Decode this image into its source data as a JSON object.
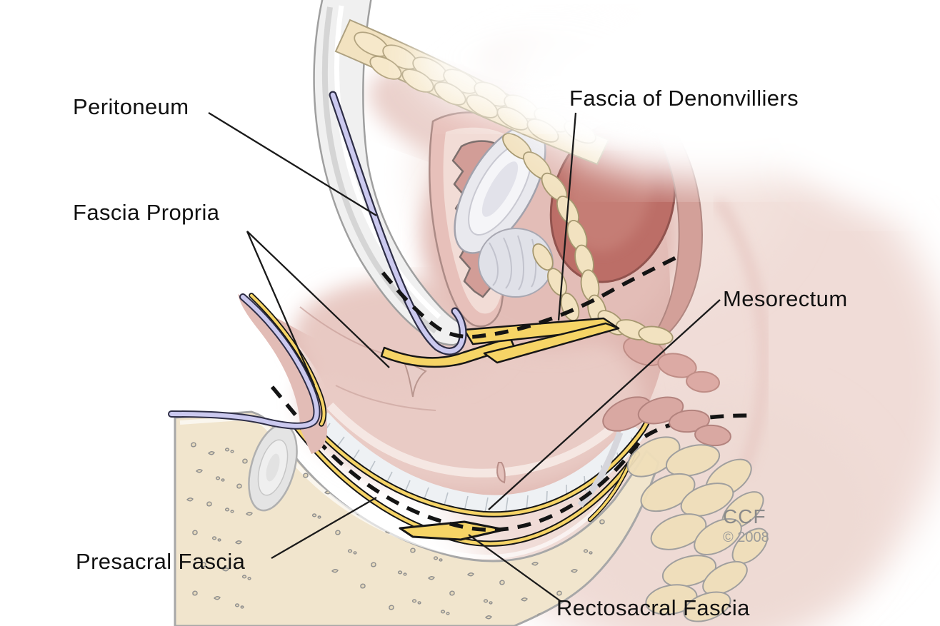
{
  "figure": {
    "alt": "Sagittal anatomical illustration of the pelvis showing fascial planes around the rectum, with a retractor lifting the rectum and dashed dissection planes",
    "labels": {
      "peritoneum": {
        "text": "Peritoneum"
      },
      "fascia_propria": {
        "text": "Fascia Propria"
      },
      "fascia_of_denonvilliers": {
        "text": "Fascia of Denonvilliers"
      },
      "mesorectum": {
        "text": "Mesorectum"
      },
      "presacral_fascia": {
        "text": "Presacral Fascia"
      },
      "rectosacral_fascia": {
        "text": "Rectosacral Fascia"
      }
    },
    "watermark": {
      "org": "CCF",
      "year": "© 2008"
    },
    "colors": {
      "background": "#ffffff",
      "fascia_yellow": "#f6d466",
      "peritoneum_lavender": "#cbc9ef",
      "outline_black": "#141414",
      "bone": "#f1e5cd",
      "fat": "#f2e2c0",
      "soft_tissue_pink": "#dfb7b1",
      "bladder_red": "#bc6e67",
      "mesorectum_white": "#eef1f4",
      "watermark_gray": "#8a8a8a"
    }
  }
}
